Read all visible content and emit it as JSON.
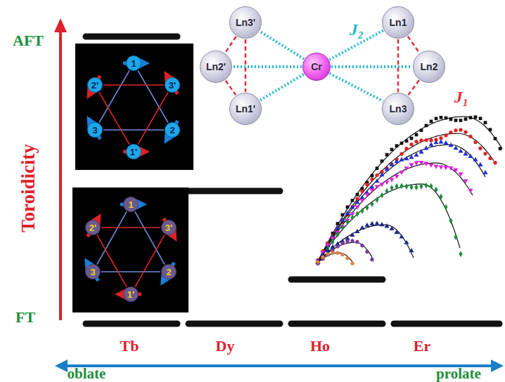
{
  "diagram": {
    "nodes": [
      {
        "text": [
          "Ln3'"
        ]
      },
      {
        "text": [
          "Ln2'"
        ]
      },
      {
        "text": [
          "Ln1'"
        ]
      },
      {
        "text": [
          "Cr"
        ]
      },
      {
        "text": [
          "Ln1"
        ]
      },
      {
        "text": [
          "Ln2"
        ]
      },
      {
        "text": [
          "Ln3"
        ]
      },
      {
        "text": [
          "1"
        ]
      },
      {
        "text": [
          "2'"
        ]
      },
      {
        "text": [
          "3'"
        ]
      },
      {
        "text": [
          "3"
        ]
      },
      {
        "text": [
          "2"
        ]
      },
      {
        "text": [
          "1'"
        ]
      },
      {
        "text": [
          "1"
        ]
      },
      {
        "text": [
          "2'"
        ]
      },
      {
        "text": [
          "3'"
        ]
      },
      {
        "text": [
          "3"
        ]
      },
      {
        "text": [
          "2"
        ]
      },
      {
        "text": [
          "1'"
        ]
      }
    ],
    "edges": [
      {
        "from": 4,
        "to": 5,
        "arrow": "none"
      },
      {
        "from": 5,
        "to": 6,
        "arrow": "none"
      },
      {
        "from": 4,
        "to": 6,
        "arrow": "none"
      },
      {
        "from": 0,
        "to": 1,
        "arrow": "none"
      },
      {
        "from": 1,
        "to": 2,
        "arrow": "none"
      },
      {
        "from": 0,
        "to": 2,
        "arrow": "none"
      },
      {
        "from": 3,
        "to": 0,
        "arrow": "none"
      },
      {
        "from": 3,
        "to": 1,
        "arrow": "none"
      },
      {
        "from": 3,
        "to": 2,
        "arrow": "none"
      },
      {
        "from": 3,
        "to": 4,
        "arrow": "none"
      },
      {
        "from": 3,
        "to": 5,
        "arrow": "none"
      },
      {
        "from": 3,
        "to": 6,
        "arrow": "none"
      },
      {
        "from": 7,
        "to": 11,
        "arrow": "none"
      },
      {
        "from": 11,
        "to": 10,
        "arrow": "none"
      },
      {
        "from": 10,
        "to": 7,
        "arrow": "none"
      },
      {
        "from": 12,
        "to": 8,
        "arrow": "none"
      },
      {
        "from": 8,
        "to": 9,
        "arrow": "none"
      },
      {
        "from": 9,
        "to": 12,
        "arrow": "none"
      },
      {
        "from": 13,
        "to": 17,
        "arrow": "none"
      },
      {
        "from": 17,
        "to": 16,
        "arrow": "none"
      },
      {
        "from": 16,
        "to": 13,
        "arrow": "none"
      },
      {
        "from": 18,
        "to": 14,
        "arrow": "none"
      },
      {
        "from": 14,
        "to": 15,
        "arrow": "none"
      },
      {
        "from": 15,
        "to": 18,
        "arrow": "none"
      }
    ],
    "labels": [
      "AFT",
      "Toroidicity",
      "FT",
      "J₂",
      "J₁",
      "Tb",
      "Dy",
      "Ho",
      "Er",
      "oblate",
      "prolate"
    ]
  }
}
